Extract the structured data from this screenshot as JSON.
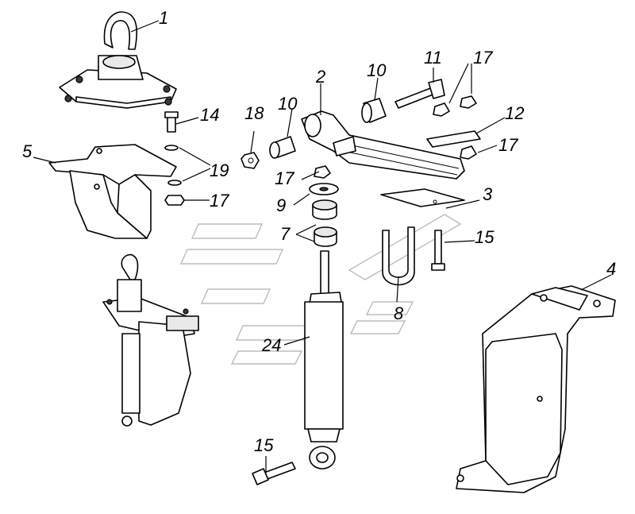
{
  "diagram": {
    "callouts": [
      {
        "id": "c1",
        "text": "1"
      },
      {
        "id": "c2",
        "text": "2"
      },
      {
        "id": "c3",
        "text": "3"
      },
      {
        "id": "c4",
        "text": "4"
      },
      {
        "id": "c5",
        "text": "5"
      },
      {
        "id": "c7",
        "text": "7"
      },
      {
        "id": "c8",
        "text": "8"
      },
      {
        "id": "c9",
        "text": "9"
      },
      {
        "id": "c10a",
        "text": "10"
      },
      {
        "id": "c10b",
        "text": "10"
      },
      {
        "id": "c11",
        "text": "11"
      },
      {
        "id": "c12",
        "text": "12"
      },
      {
        "id": "c14",
        "text": "14"
      },
      {
        "id": "c15a",
        "text": "15"
      },
      {
        "id": "c15b",
        "text": "15"
      },
      {
        "id": "c17a",
        "text": "17"
      },
      {
        "id": "c17b",
        "text": "17"
      },
      {
        "id": "c17c",
        "text": "17"
      },
      {
        "id": "c17d",
        "text": "17"
      },
      {
        "id": "c18",
        "text": "18"
      },
      {
        "id": "c19",
        "text": "19"
      },
      {
        "id": "c24",
        "text": "24"
      }
    ]
  }
}
